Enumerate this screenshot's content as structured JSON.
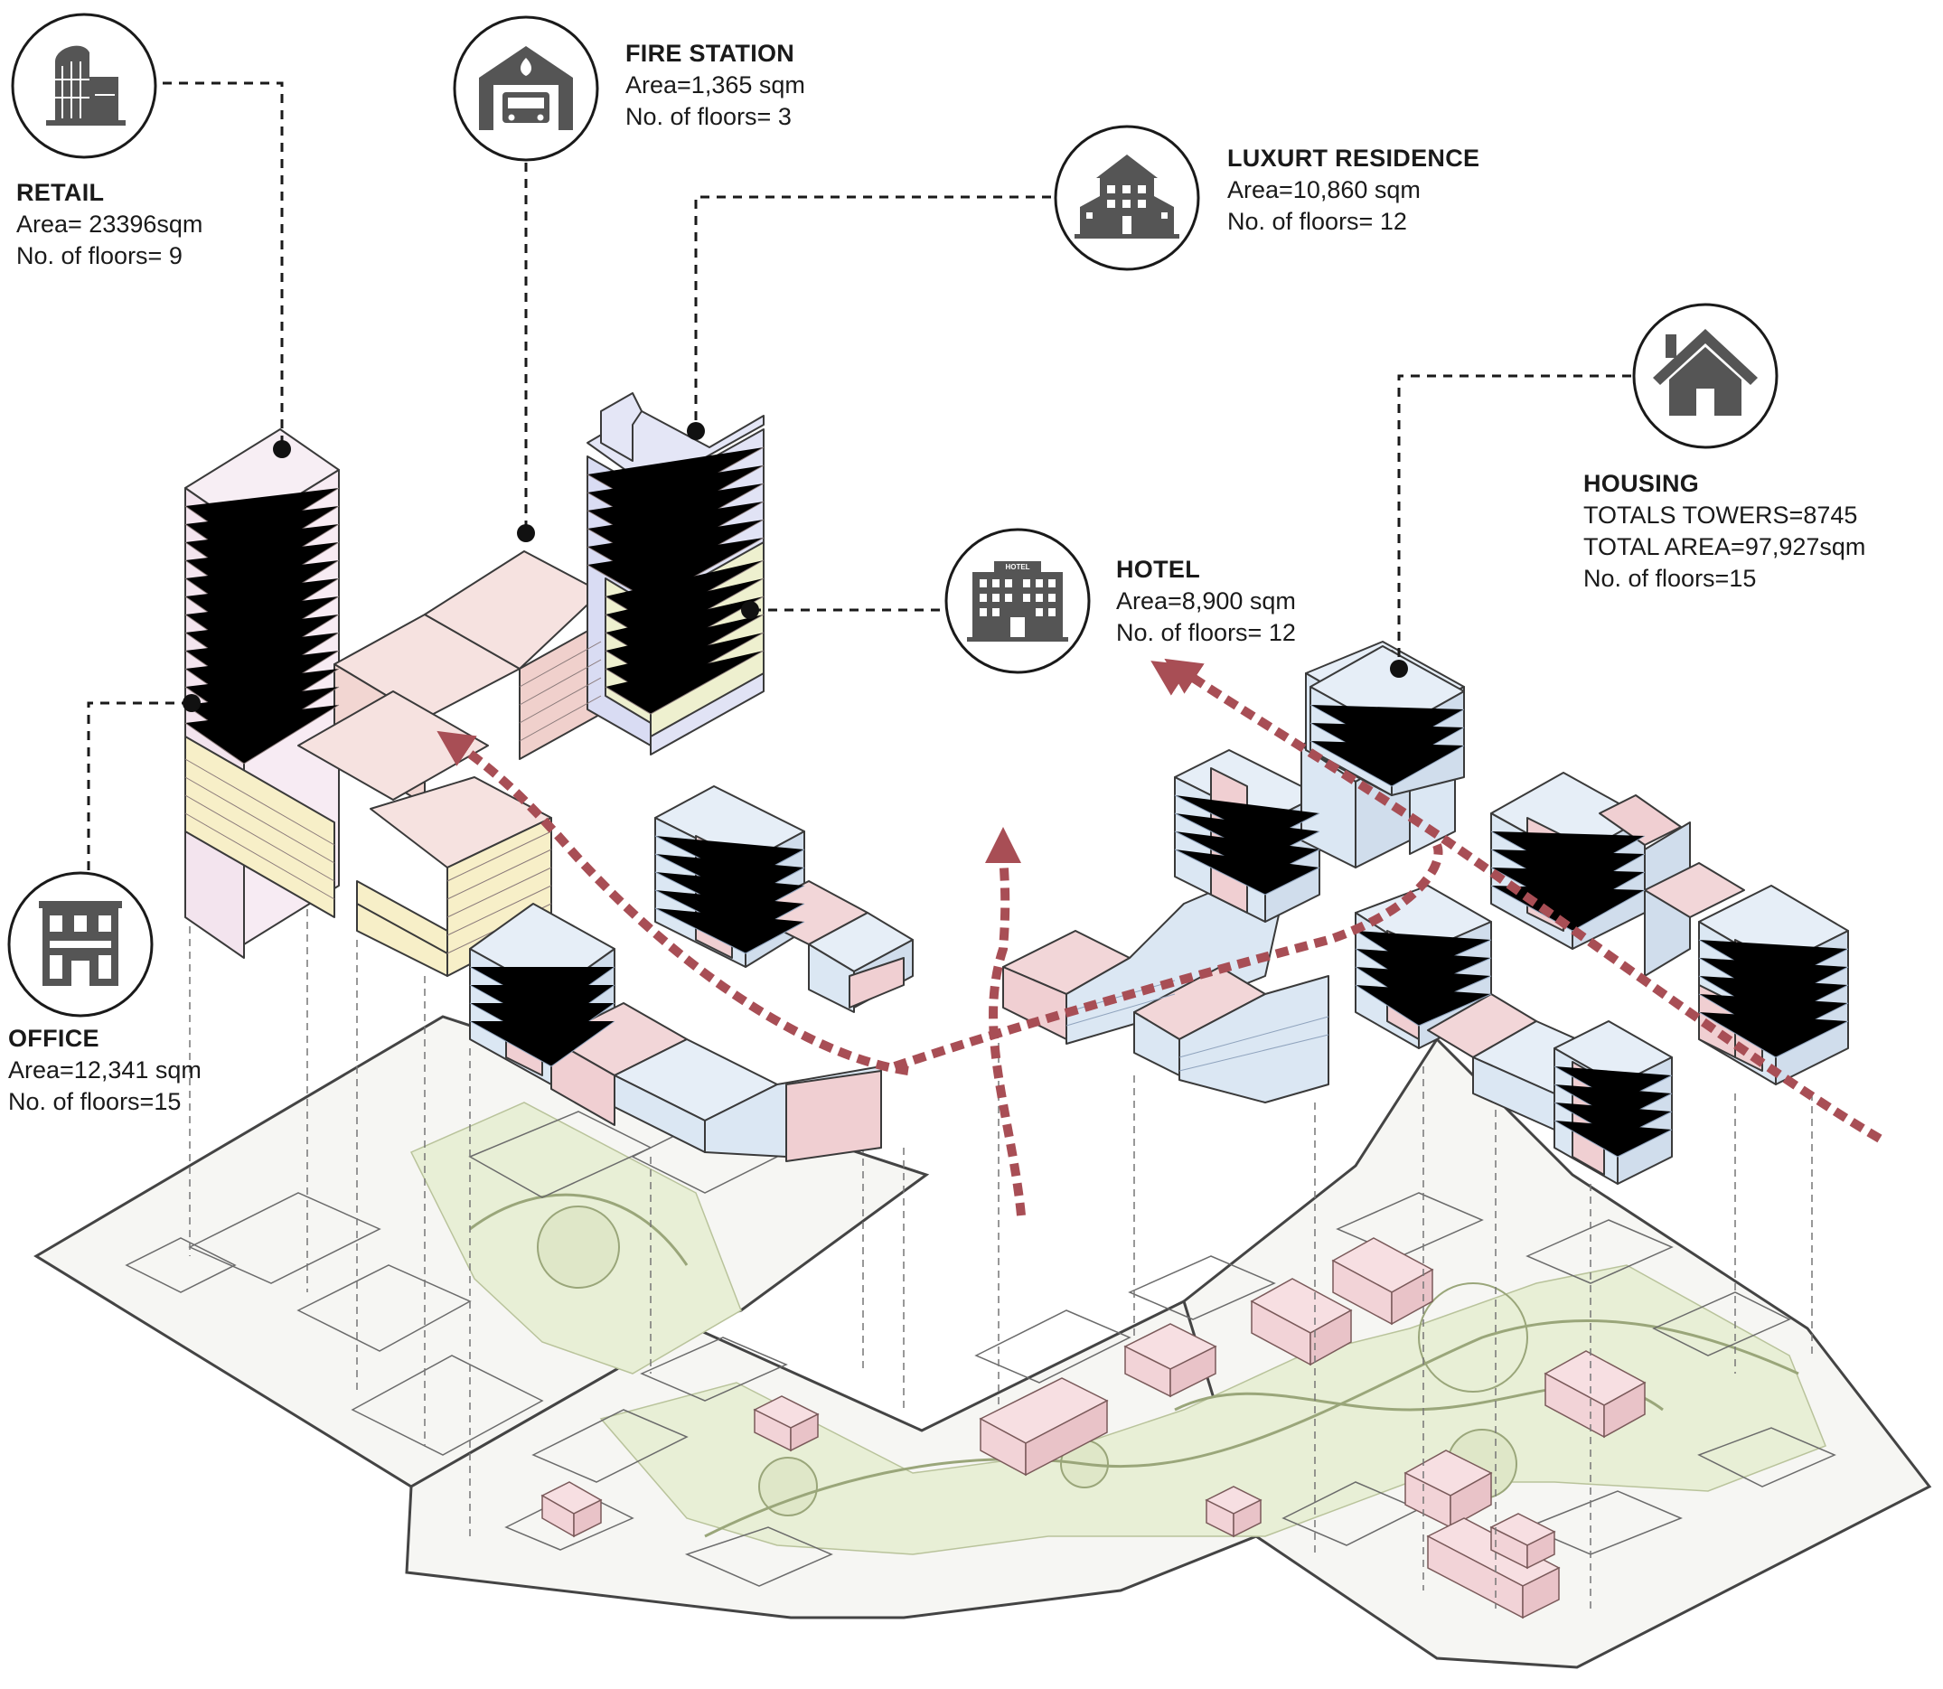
{
  "labels": {
    "retail": {
      "title": "RETAIL",
      "lines": [
        "Area= 23396sqm",
        "No. of floors= 9"
      ]
    },
    "fire": {
      "title": "FIRE STATION",
      "lines": [
        "Area=1,365 sqm",
        "No. of floors= 3"
      ]
    },
    "luxury": {
      "title": "LUXURT RESIDENCE",
      "lines": [
        "Area=10,860 sqm",
        "No. of floors= 12"
      ]
    },
    "hotel": {
      "title": "HOTEL",
      "lines": [
        "Area=8,900 sqm",
        "No. of floors= 12"
      ]
    },
    "housing": {
      "title": "HOUSING",
      "lines": [
        "TOTALS TOWERS=8745",
        "TOTAL AREA=97,927sqm",
        "No. of floors=15"
      ]
    },
    "office": {
      "title": "OFFICE",
      "lines": [
        "Area=12,341 sqm",
        "No. of floors=15"
      ]
    }
  },
  "icon_sign": "HOTEL",
  "icons": [
    "retail-building-icon",
    "fire-station-icon",
    "residence-building-icon",
    "hotel-building-icon",
    "house-icon",
    "office-building-icon"
  ],
  "colors": {
    "ink": "#1a1a1a",
    "icon_gray": "#555555",
    "retail_pink": "#f3e4ee",
    "office_yellow": "#f7efc8",
    "salmon": "#f2d6d2",
    "lavender": "#d9dcf3",
    "olive_band": "#eef0cf",
    "housing_blue": "#dbe7f3",
    "housing_pink": "#f0cfd2",
    "park_green": "#e8efd6",
    "arrow_red": "#a84e55"
  }
}
